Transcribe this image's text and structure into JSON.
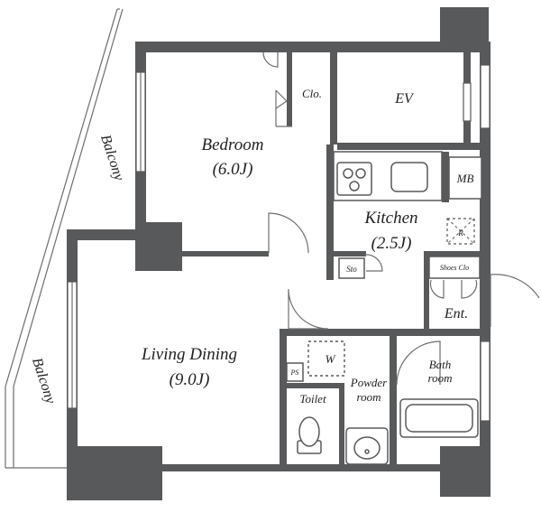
{
  "rooms": {
    "bedroom": {
      "name": "Bedroom",
      "size": "(6.0J)"
    },
    "living": {
      "name": "Living Dining",
      "size": "(9.0J)"
    },
    "kitchen": {
      "name": "Kitchen",
      "size": "(2.5J)"
    },
    "closet": "Clo.",
    "elevator": "EV",
    "meter_box": "MB",
    "range_hood": "R",
    "storage": "Sto",
    "shoe_closet": "Shoes Clo",
    "entrance": "Ent.",
    "washer": "W",
    "pipe_space": "PS",
    "powder_room": {
      "line1": "Powder",
      "line2": "room"
    },
    "toilet": "Toilet",
    "bathroom": {
      "line1": "Bath",
      "line2": "room"
    }
  },
  "balconies": {
    "upper": "Balcony",
    "lower": "Balcony"
  }
}
